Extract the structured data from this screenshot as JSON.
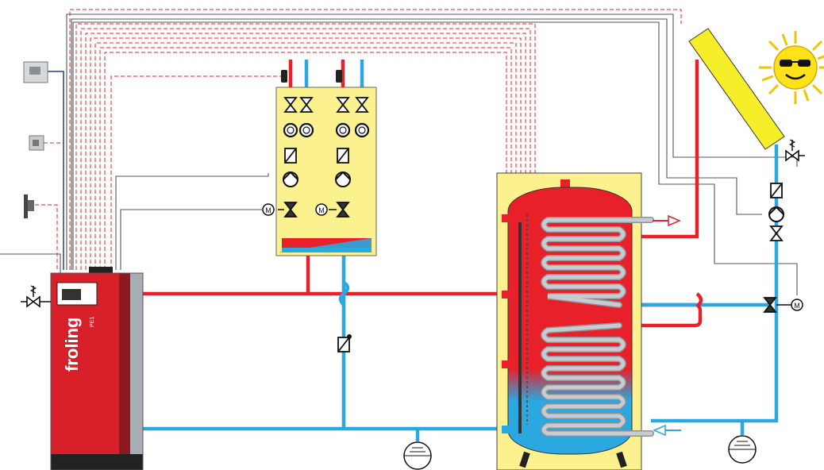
{
  "diagram": {
    "brand_text": "froling",
    "boiler_model_text": "PE1",
    "motor_symbol_letter": "M"
  },
  "colors": {
    "hot": "#e8202a",
    "cold": "#2aa8df",
    "signal": "#e8202a",
    "cable": "#555555",
    "cable_blue": "#2b3a8f",
    "hydraulic_block": "#fbf18f",
    "tank_jacket": "#fbf18f",
    "collector": "#f7ee2a",
    "coil": "#b9bdc2",
    "boiler_red": "#d8202a",
    "boiler_grey": "#a7adb3",
    "boiler_dark": "#222222"
  },
  "icons": [
    "sun-icon",
    "room-thermostat-icon",
    "remote-sensor-icon",
    "outdoor-sensor-icon",
    "safety-valve-icon",
    "pump-icon",
    "check-valve-icon",
    "shutoff-valve-icon",
    "mixing-valve-icon",
    "motor-icon",
    "expansion-vessel-icon",
    "thermometer-icon",
    "flow-arrow-icon"
  ]
}
